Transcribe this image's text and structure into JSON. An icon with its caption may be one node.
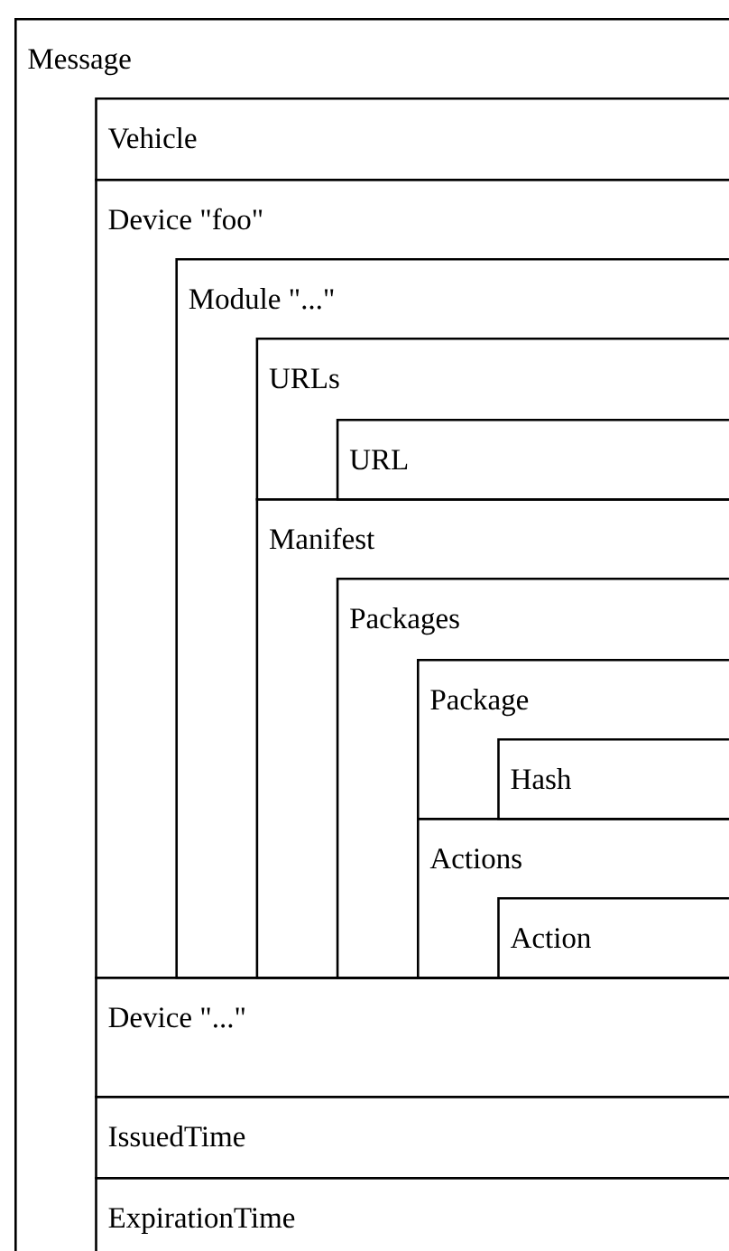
{
  "diagram": {
    "nodes": [
      {
        "text": [
          "Message"
        ]
      },
      {
        "text": [
          "Vehicle"
        ],
        "in": 0
      },
      {
        "text": [
          "Device \"foo\""
        ],
        "in": 0
      },
      {
        "text": [
          "Module \"...\""
        ],
        "in": 2
      },
      {
        "text": [
          "URLs"
        ],
        "in": 3
      },
      {
        "text": [
          "URL"
        ],
        "in": 4
      },
      {
        "text": [
          "Manifest"
        ],
        "in": 3
      },
      {
        "text": [
          "Packages"
        ],
        "in": 6
      },
      {
        "text": [
          "Package"
        ],
        "in": 7
      },
      {
        "text": [
          "Hash"
        ],
        "in": 8
      },
      {
        "text": [
          "Actions"
        ],
        "in": 7
      },
      {
        "text": [
          "Action"
        ],
        "in": 10
      },
      {
        "text": [
          "Device \"...\""
        ],
        "in": 0
      },
      {
        "text": [
          "IssuedTime"
        ],
        "in": 0
      },
      {
        "text": [
          "ExpirationTime"
        ],
        "in": 0
      }
    ]
  }
}
